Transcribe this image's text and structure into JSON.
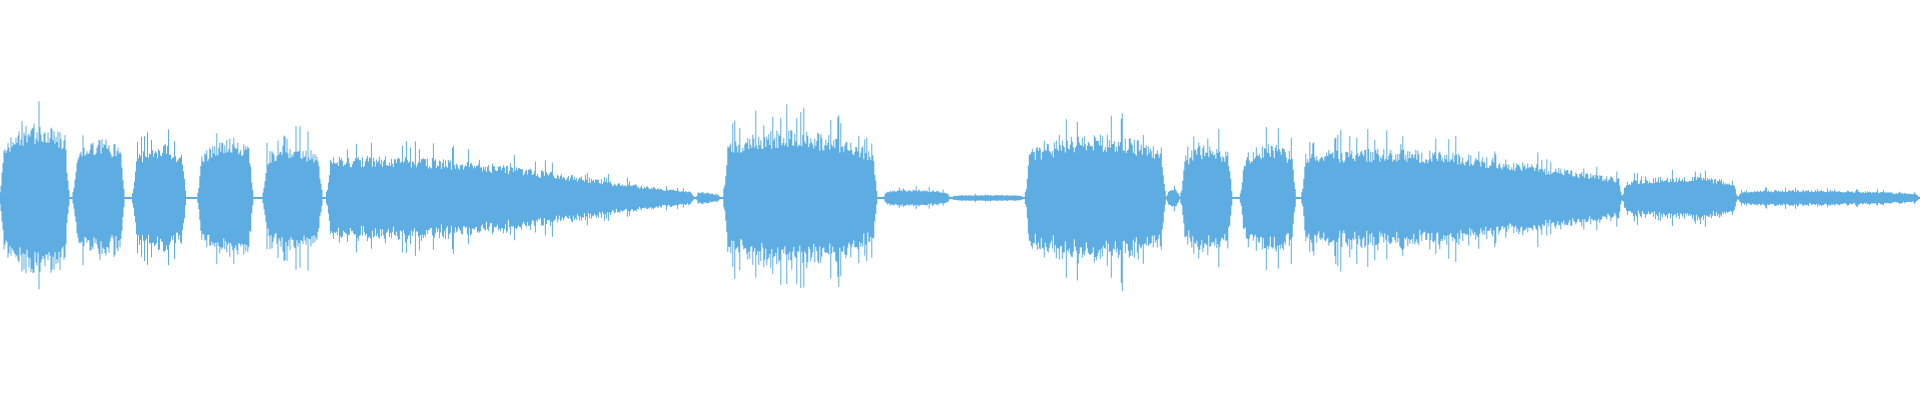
{
  "waveform": {
    "color": "#5dade2",
    "background": "#ffffff",
    "kind": "audio-amplitude-waveform",
    "segments": [
      {
        "start": 0.0,
        "end": 0.036,
        "amp_start": 0.44,
        "amp_end": 0.52,
        "peak": 0.62
      },
      {
        "start": 0.038,
        "end": 0.065,
        "amp_start": 0.36,
        "amp_end": 0.4,
        "peak": 0.48
      },
      {
        "start": 0.069,
        "end": 0.097,
        "amp_start": 0.34,
        "amp_end": 0.36,
        "peak": 0.44
      },
      {
        "start": 0.103,
        "end": 0.132,
        "amp_start": 0.36,
        "amp_end": 0.42,
        "peak": 0.6
      },
      {
        "start": 0.137,
        "end": 0.168,
        "amp_start": 0.36,
        "amp_end": 0.34,
        "peak": 0.46
      },
      {
        "start": 0.17,
        "end": 0.362,
        "amp_start": 0.36,
        "amp_end": 0.05,
        "peak": 0.4
      },
      {
        "start": 0.362,
        "end": 0.376,
        "amp_start": 0.05,
        "amp_end": 0.02,
        "peak": 0.06
      },
      {
        "start": 0.377,
        "end": 0.457,
        "amp_start": 0.48,
        "amp_end": 0.4,
        "peak": 0.6
      },
      {
        "start": 0.46,
        "end": 0.495,
        "amp_start": 0.06,
        "amp_end": 0.05,
        "peak": 0.12
      },
      {
        "start": 0.495,
        "end": 0.534,
        "amp_start": 0.02,
        "amp_end": 0.02,
        "peak": 0.03
      },
      {
        "start": 0.534,
        "end": 0.607,
        "amp_start": 0.4,
        "amp_end": 0.42,
        "peak": 0.56
      },
      {
        "start": 0.607,
        "end": 0.615,
        "amp_start": 0.06,
        "amp_end": 0.06,
        "peak": 0.08
      },
      {
        "start": 0.615,
        "end": 0.642,
        "amp_start": 0.34,
        "amp_end": 0.36,
        "peak": 0.46
      },
      {
        "start": 0.646,
        "end": 0.675,
        "amp_start": 0.34,
        "amp_end": 0.36,
        "peak": 0.46
      },
      {
        "start": 0.678,
        "end": 0.845,
        "amp_start": 0.4,
        "amp_end": 0.17,
        "peak": 0.52
      },
      {
        "start": 0.845,
        "end": 0.905,
        "amp_start": 0.14,
        "amp_end": 0.14,
        "peak": 0.18
      },
      {
        "start": 0.905,
        "end": 1.0,
        "amp_start": 0.06,
        "amp_end": 0.04,
        "peak": 0.07
      }
    ]
  }
}
